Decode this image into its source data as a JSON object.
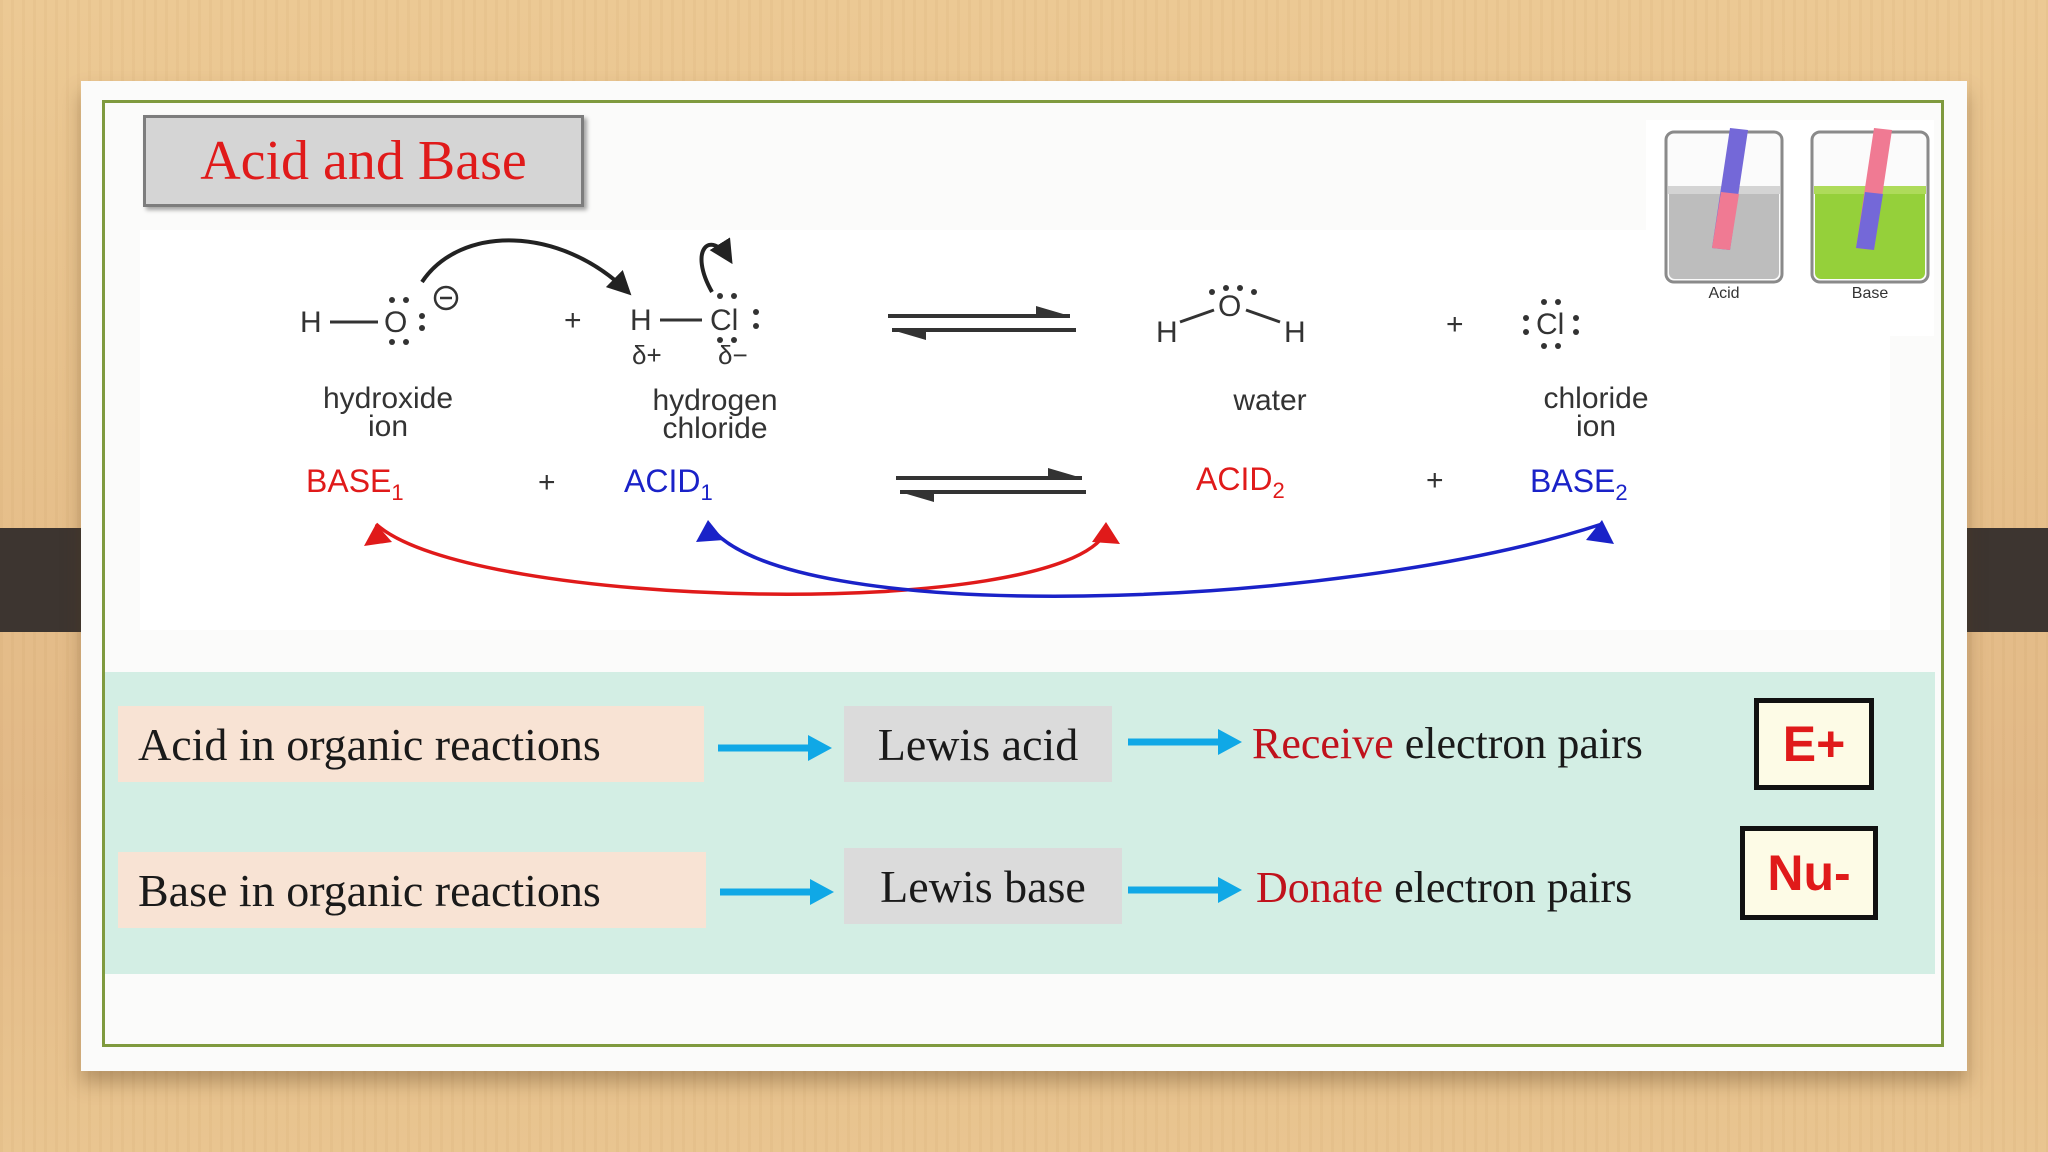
{
  "title": "Acid and Base",
  "reaction": {
    "reactant1_name": [
      "hydroxide",
      "ion"
    ],
    "reactant2_name": [
      "hydrogen",
      "chloride"
    ],
    "product1_name": "water",
    "product2_name": [
      "chloride",
      "ion"
    ],
    "plus": "+",
    "delta_plus": "δ+",
    "delta_minus": "δ−",
    "role_base1": "BASE",
    "role_acid1": "ACID",
    "role_acid2": "ACID",
    "role_base2": "BASE",
    "sub1": "1",
    "sub2": "2",
    "atom_h": "H",
    "atom_o": "O",
    "atom_cl": "Cl"
  },
  "beakers": {
    "acid_label": "Acid",
    "base_label": "Base"
  },
  "rows": [
    {
      "category": "Acid in organic reactions",
      "lewis": "Lewis acid",
      "verb": "Receive",
      "rest": " electron pairs",
      "symbol": "E+"
    },
    {
      "category": "Base in organic reactions",
      "lewis": "Lewis base",
      "verb": "Donate",
      "rest": " electron pairs",
      "symbol": "Nu-"
    }
  ],
  "colors": {
    "title": "#e01a1a",
    "frame": "#7f9a3e",
    "panel": "#d3eee4",
    "acid_label": "#1a22c8",
    "base_label": "#e01a1a",
    "arrow": "#10a8e6",
    "highlight_verb": "#c0121c"
  }
}
